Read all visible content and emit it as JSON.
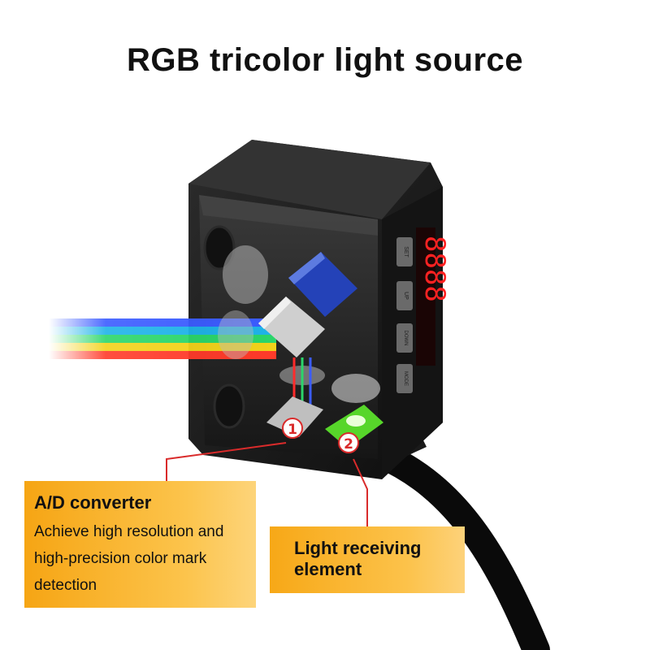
{
  "title": "RGB tricolor light source",
  "device": {
    "buttons": [
      "SET",
      "UP",
      "DOWN",
      "MODE"
    ],
    "display_digits": "8888"
  },
  "markers": {
    "one": "1",
    "two": "2"
  },
  "callouts": {
    "ad_converter": {
      "heading": "A/D converter",
      "body": "Achieve high resolution and\nhigh-precision color mark\ndetection"
    },
    "light_receiving": {
      "heading": "Light receiving\nelement"
    }
  },
  "colors": {
    "accent_orange": "#f6a514",
    "marker_red": "#d92b2b",
    "receiver_green": "#57d62a",
    "prism_blue": "#2442b8",
    "display_red": "#ff2222"
  }
}
